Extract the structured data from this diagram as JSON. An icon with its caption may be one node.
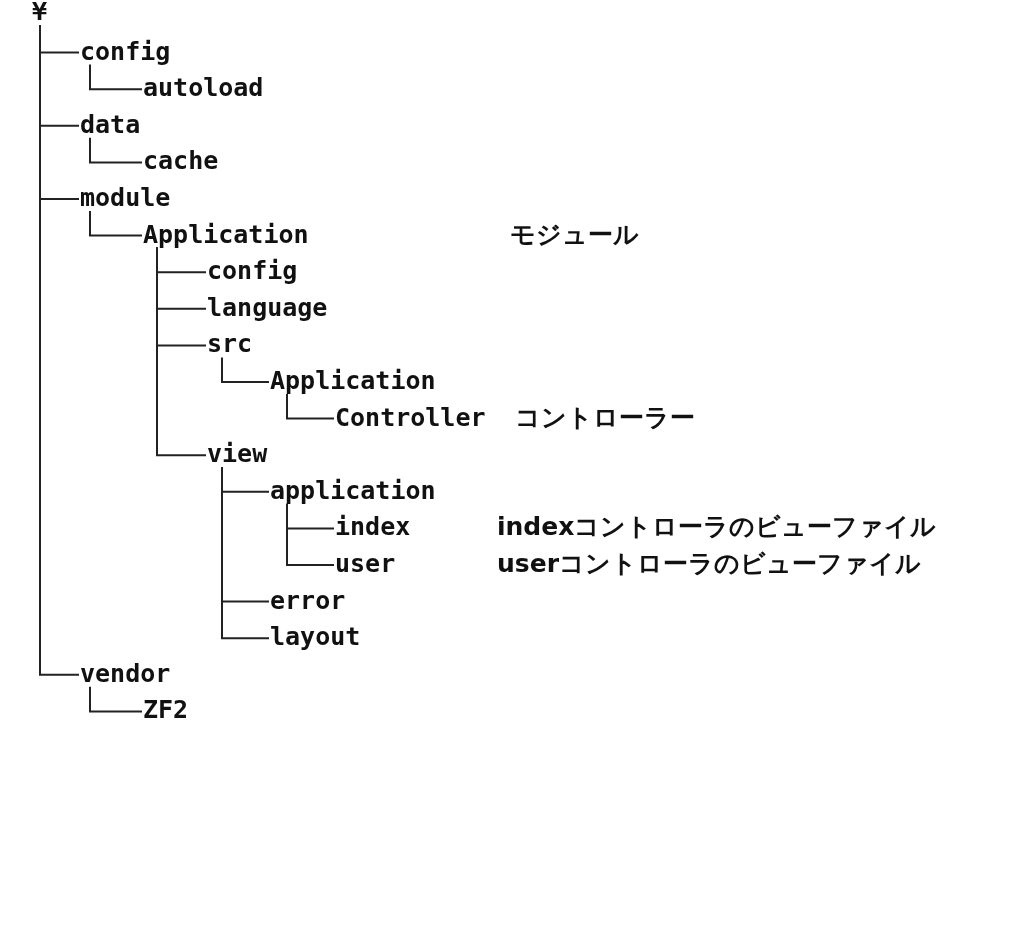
{
  "diagram": {
    "nodes": [
      {
        "text": [
          "¥"
        ]
      },
      {
        "text": [
          "config"
        ]
      },
      {
        "text": [
          "autoload"
        ]
      },
      {
        "text": [
          "data"
        ]
      },
      {
        "text": [
          "cache"
        ]
      },
      {
        "text": [
          "module"
        ]
      },
      {
        "text": [
          "Application"
        ]
      },
      {
        "text": [
          "config"
        ]
      },
      {
        "text": [
          "language"
        ]
      },
      {
        "text": [
          "src"
        ]
      },
      {
        "text": [
          "Application"
        ]
      },
      {
        "text": [
          "Controller"
        ]
      },
      {
        "text": [
          "view"
        ]
      },
      {
        "text": [
          "application"
        ]
      },
      {
        "text": [
          "index"
        ]
      },
      {
        "text": [
          "user"
        ]
      },
      {
        "text": [
          "error"
        ]
      },
      {
        "text": [
          "layout"
        ]
      },
      {
        "text": [
          "vendor"
        ]
      },
      {
        "text": [
          "ZF2"
        ]
      }
    ],
    "edges": [
      {
        "from": 0,
        "to": 1,
        "arrow": "none"
      },
      {
        "from": 1,
        "to": 2,
        "arrow": "none"
      },
      {
        "from": 0,
        "to": 3,
        "arrow": "none"
      },
      {
        "from": 3,
        "to": 4,
        "arrow": "none"
      },
      {
        "from": 0,
        "to": 5,
        "arrow": "none"
      },
      {
        "from": 5,
        "to": 6,
        "arrow": "none"
      },
      {
        "from": 6,
        "to": 7,
        "arrow": "none"
      },
      {
        "from": 6,
        "to": 8,
        "arrow": "none"
      },
      {
        "from": 6,
        "to": 9,
        "arrow": "none"
      },
      {
        "from": 9,
        "to": 10,
        "arrow": "none"
      },
      {
        "from": 10,
        "to": 11,
        "arrow": "none"
      },
      {
        "from": 6,
        "to": 12,
        "arrow": "none"
      },
      {
        "from": 12,
        "to": 13,
        "arrow": "none"
      },
      {
        "from": 13,
        "to": 14,
        "arrow": "none"
      },
      {
        "from": 13,
        "to": 15,
        "arrow": "none"
      },
      {
        "from": 12,
        "to": 16,
        "arrow": "none"
      },
      {
        "from": 12,
        "to": 17,
        "arrow": "none"
      },
      {
        "from": 0,
        "to": 18,
        "arrow": "none"
      },
      {
        "from": 18,
        "to": 19,
        "arrow": "none"
      }
    ],
    "labels": [
      "モジュール",
      "コントローラー",
      "indexコントローラのビューファイル",
      "userコントローラのビューファイル"
    ]
  }
}
